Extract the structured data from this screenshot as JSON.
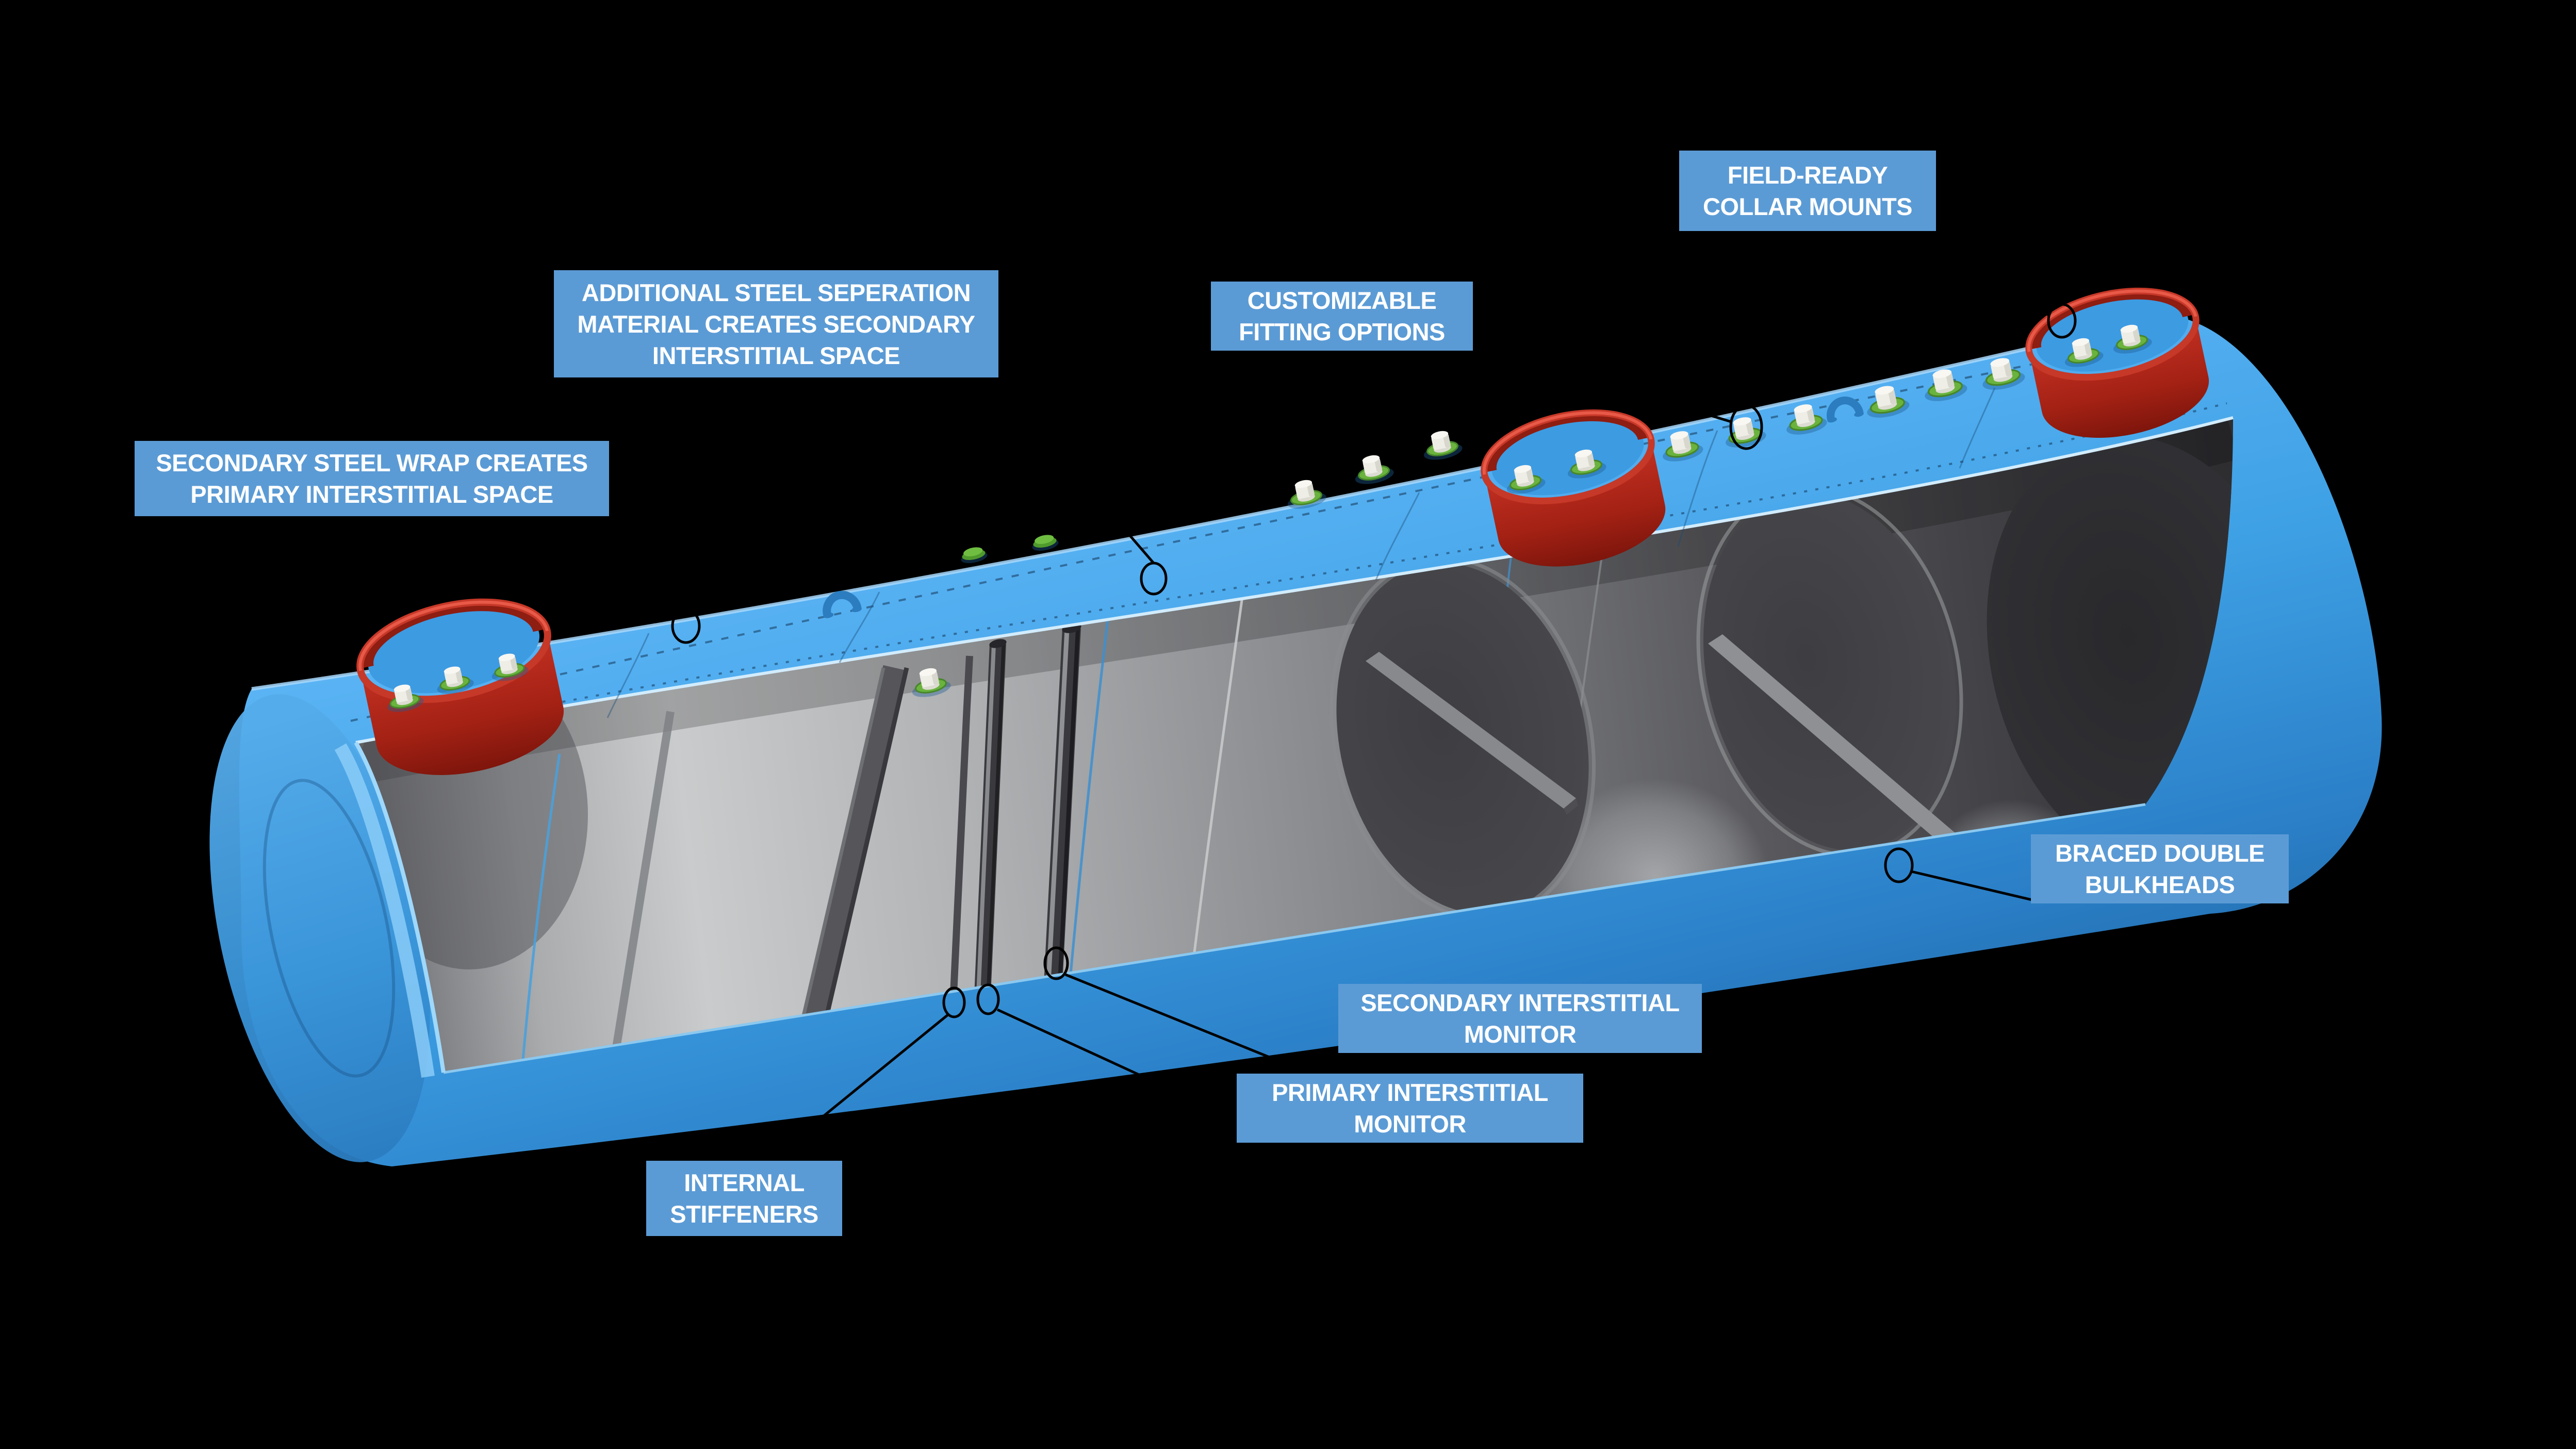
{
  "colors": {
    "background": "#000000",
    "label_background": "#5B9BD5",
    "label_text": "#FFFFFF",
    "tank_blue": "#3FA1E5",
    "tank_blue_highlight": "#7EC7FA",
    "tank_blue_shadow": "#1D639F",
    "collar_red": "#C0281B",
    "interior_gray_light": "#C9CBCC",
    "interior_gray_dark": "#2E2E31",
    "callout_line": "#000000",
    "fitting_white": "#EEEDE6",
    "gasket_green": "#6AB33E"
  },
  "labels": [
    {
      "id": "secondary-steel-wrap",
      "lines": [
        "SECONDARY STEEL WRAP CREATES",
        "PRIMARY INTERSTITIAL SPACE"
      ]
    },
    {
      "id": "additional-steel-separation",
      "lines": [
        "ADDITIONAL STEEL SEPERATION",
        "MATERIAL CREATES SECONDARY",
        "INTERSTITIAL SPACE"
      ]
    },
    {
      "id": "customizable-fitting-options",
      "lines": [
        "CUSTOMIZABLE",
        "FITTING OPTIONS"
      ]
    },
    {
      "id": "field-ready-collar-mounts",
      "lines": [
        "FIELD-READY",
        "COLLAR MOUNTS"
      ]
    },
    {
      "id": "braced-double-bulkheads",
      "lines": [
        "BRACED DOUBLE",
        "BULKHEADS"
      ]
    },
    {
      "id": "secondary-interstitial-monitor",
      "lines": [
        "SECONDARY INTERSTITIAL",
        "MONITOR"
      ]
    },
    {
      "id": "primary-interstitial-monitor",
      "lines": [
        "PRIMARY INTERSTITIAL",
        "MONITOR"
      ]
    },
    {
      "id": "internal-stiffeners",
      "lines": [
        "INTERNAL",
        "STIFFENERS"
      ]
    }
  ]
}
